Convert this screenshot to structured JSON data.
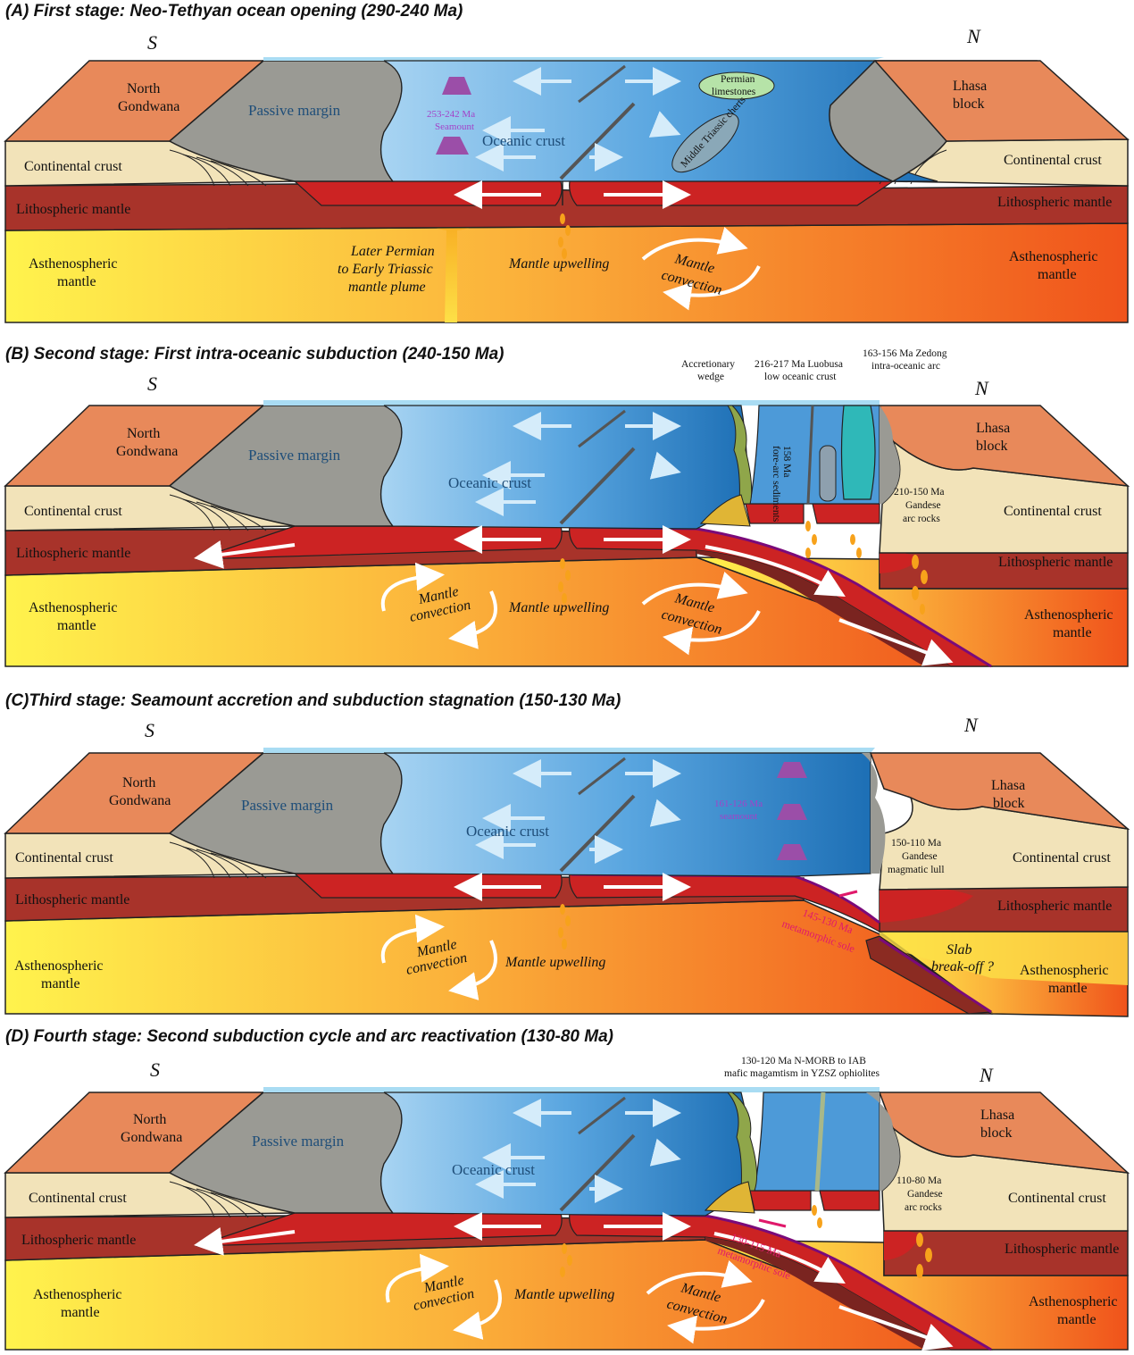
{
  "stages": [
    {
      "title": "(A) First stage: Neo-Tethyan ocean opening (290-240 Ma)",
      "labels": {
        "south": "S",
        "north": "N",
        "north_gondwana_1": "North",
        "north_gondwana_2": "Gondwana",
        "passive_margin": "Passive margin",
        "seamount_1": "253-242 Ma",
        "seamount_2": "Seamount",
        "oceanic_crust": "Oceanic crust",
        "limestones_1": "Permian",
        "limestones_2": "limestones",
        "cherts": "Middle Triassic cherts",
        "lhasa_1": "Lhasa",
        "lhasa_2": "block",
        "cont_crust_left": "Continental crust",
        "cont_crust_right": "Continental crust",
        "lith_left": "Lithospheric mantle",
        "lith_right": "Lithospheric mantle",
        "asth_left_1": "Asthenospheric",
        "asth_left_2": "mantle",
        "asth_right_1": "Asthenospheric",
        "asth_right_2": "mantle",
        "plume_1": "Later Permian",
        "plume_2": "to Early Triassic",
        "plume_3": "mantle plume",
        "upwelling": "Mantle upwelling",
        "convection_1": "Mantle",
        "convection_2": "convection"
      }
    },
    {
      "title": "(B) Second stage: First intra-oceanic subduction (240-150 Ma)",
      "labels": {
        "south": "S",
        "north": "N",
        "north_gondwana_1": "North",
        "north_gondwana_2": "Gondwana",
        "passive_margin": "Passive margin",
        "oceanic_crust": "Oceanic crust",
        "accretionary_1": "Accretionary",
        "accretionary_2": "wedge",
        "luobusa_1": "216-217 Ma Luobusa",
        "luobusa_2": "low oceanic crust",
        "zedong_1": "163-156 Ma Zedong",
        "zedong_2": "intra-oceanic arc",
        "forearc_1": "158 Ma",
        "forearc_2": "fore-arc sediments",
        "lhasa_1": "Lhasa",
        "lhasa_2": "block",
        "gandese_1": "210-150 Ma",
        "gandese_2": "Gandese",
        "gandese_3": "arc rocks",
        "cont_crust_left": "Continental crust",
        "cont_crust_right": "Continental crust",
        "lith_left": "Lithospheric mantle",
        "lith_right": "Lithospheric mantle",
        "asth_left_1": "Asthenospheric",
        "asth_left_2": "mantle",
        "asth_right_1": "Asthenospheric",
        "asth_right_2": "mantle",
        "upwelling": "Mantle upwelling",
        "convection_1": "Mantle",
        "convection_2": "convection",
        "convection_3": "Mantle",
        "convection_4": "convection"
      }
    },
    {
      "title": "(C)Third stage: Seamount accretion and subduction stagnation (150-130 Ma)",
      "labels": {
        "south": "S",
        "north": "N",
        "north_gondwana_1": "North",
        "north_gondwana_2": "Gondwana",
        "passive_margin": "Passive margin",
        "oceanic_crust": "Oceanic crust",
        "seamount_1": "161-126 Ma",
        "seamount_2": "seamount",
        "lhasa_1": "Lhasa",
        "lhasa_2": "block",
        "lull_1": "150-110 Ma",
        "lull_2": "Gandese",
        "lull_3": "magmatic lull",
        "sole_1": "145-130 Ma",
        "sole_2": "metamorphic sole",
        "cont_crust_left": "Continental crust",
        "cont_crust_right": "Continental crust",
        "lith_left": "Lithospheric mantle",
        "lith_right": "Lithospheric mantle",
        "asth_left_1": "Asthenospheric",
        "asth_left_2": "mantle",
        "asth_right_1": "Asthenospheric",
        "asth_right_2": "mantle",
        "slab_1": "Slab",
        "slab_2": "break-off ?",
        "upwelling": "Mantle upwelling",
        "convection_1": "Mantle",
        "convection_2": "convection"
      }
    },
    {
      "title": "(D) Fourth stage: Second subduction cycle and arc reactivation (130-80 Ma)",
      "labels": {
        "south": "S",
        "north": "N",
        "north_gondwana_1": "North",
        "north_gondwana_2": "Gondwana",
        "passive_margin": "Passive margin",
        "oceanic_crust": "Oceanic crust",
        "morb_1": "130-120 Ma N-MORB to IAB",
        "morb_2": "mafic magamtism in YZSZ ophiolites",
        "lhasa_1": "Lhasa",
        "lhasa_2": "block",
        "gandese_1": "110-80 Ma",
        "gandese_2": "Gandese",
        "gandese_3": "arc rocks",
        "sole_1": "130-115 Ma",
        "sole_2": "metamorphic sole",
        "cont_crust_left": "Continental crust",
        "cont_crust_right": "Continental crust",
        "lith_left": "Lithospheric mantle",
        "lith_right": "Lithospheric mantle",
        "asth_left_1": "Asthenospheric",
        "asth_left_2": "mantle",
        "asth_right_1": "Asthenospheric",
        "asth_right_2": "mantle",
        "upwelling": "Mantle upwelling",
        "convection_1": "Mantle",
        "convection_2": "convection",
        "convection_3": "Mantle",
        "convection_4": "convection"
      }
    }
  ],
  "colors": {
    "gondwana": "#e8895a",
    "passive_margin": "#9a9a94",
    "sea_surface": "#a9dcf3",
    "ocean_light": "#8fc3ec",
    "ocean_dark": "#1e73b8",
    "continental_crust": "#f2e3b9",
    "lithosphere": "#a8332a",
    "lithosphere_dark": "#8b2b22",
    "oceanic_lithosphere": "#cc2323",
    "asthenosphere_left": "#fff04a",
    "asthenosphere_right": "#f2561c",
    "seamount": "#9b4ea8",
    "wedge": "#8fa64a",
    "arc": "#2fb8b8",
    "sole": "#e0196b"
  }
}
